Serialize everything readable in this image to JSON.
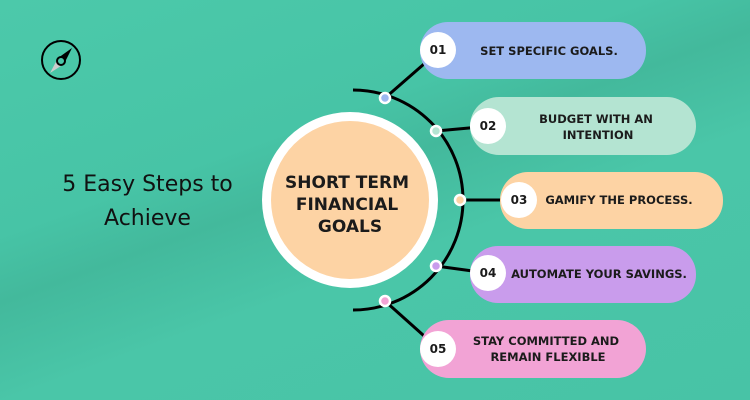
{
  "title": {
    "line1": "5 Easy Steps to",
    "line2": "Achieve"
  },
  "center": {
    "line1": "SHORT TERM",
    "line2": "FINANCIAL",
    "line3": "GOALS"
  },
  "logo_icon": "compass-icon",
  "colors": {
    "background": "#49c6a8",
    "center": "#fdd3a4",
    "step1": "#9db8f0",
    "step2": "#b4e4d2",
    "step3": "#fdd3a4",
    "step4": "#c99cec",
    "step5": "#f2a3d5"
  },
  "steps": [
    {
      "number": "01",
      "line1": "SET SPECIFIC GOALS.",
      "line2": ""
    },
    {
      "number": "02",
      "line1": "BUDGET WITH AN",
      "line2": "INTENTION"
    },
    {
      "number": "03",
      "line1": "GAMIFY THE PROCESS.",
      "line2": ""
    },
    {
      "number": "04",
      "line1": "AUTOMATE YOUR SAVINGS.",
      "line2": ""
    },
    {
      "number": "05",
      "line1": "STAY COMMITTED AND",
      "line2": "REMAIN FLEXIBLE"
    }
  ]
}
